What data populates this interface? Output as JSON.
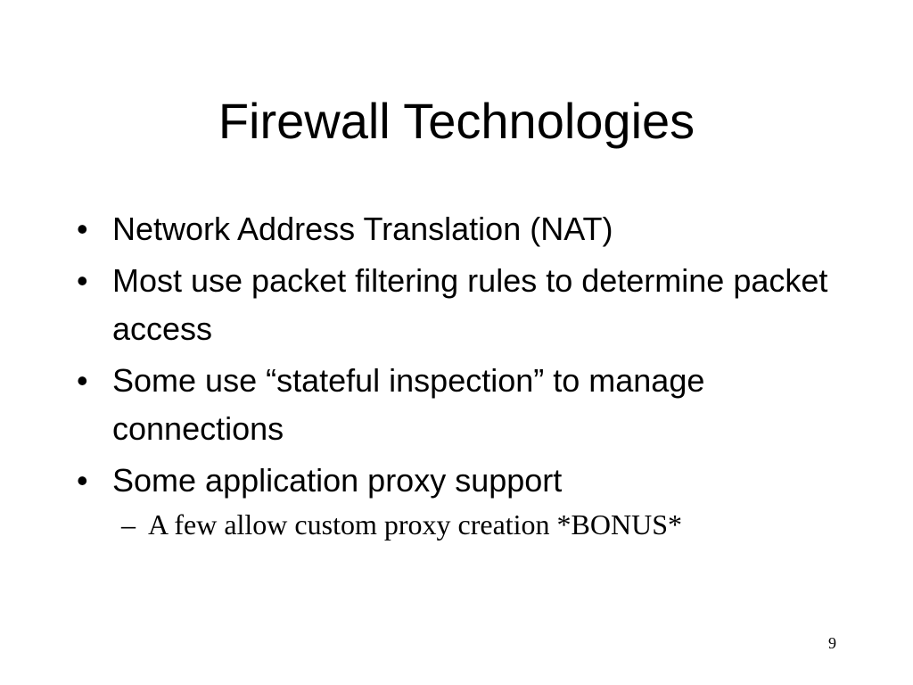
{
  "slide": {
    "title": "Firewall Technologies",
    "bullet_marker": "•",
    "sub_marker": "–",
    "bullets": [
      {
        "text": "Network Address Translation (NAT)"
      },
      {
        "text": "Most use packet filtering rules to determine packet access"
      },
      {
        "text": "Some use “stateful inspection” to manage connections"
      },
      {
        "text": "Some application proxy support",
        "sub": [
          {
            "text": "A few allow custom proxy creation *BONUS*"
          }
        ]
      }
    ],
    "page_number": "9"
  }
}
